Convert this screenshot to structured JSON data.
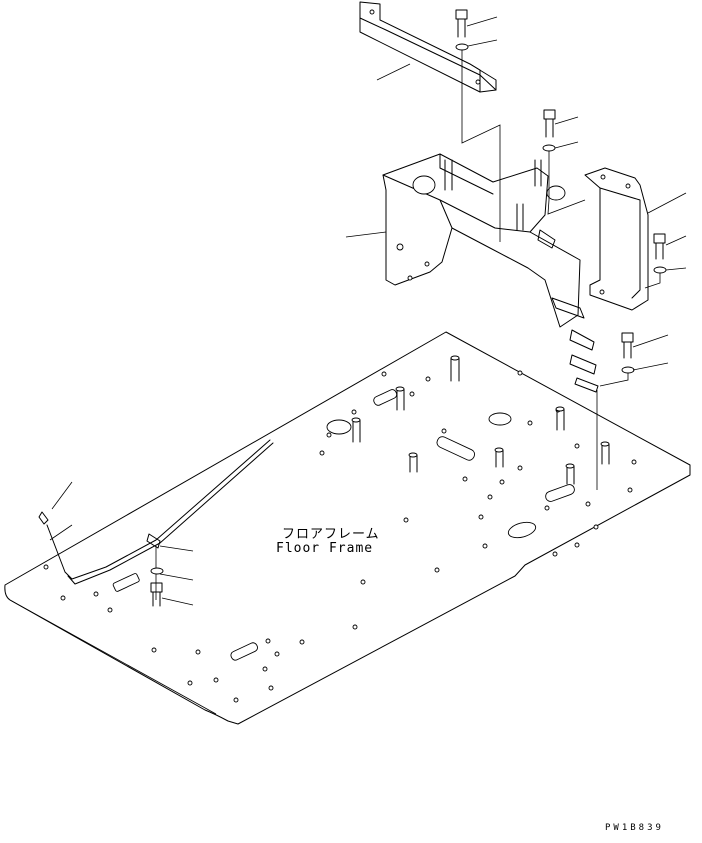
{
  "diagram": {
    "floor_frame_label_jp": "フロアフレーム",
    "floor_frame_label_en": "Floor Frame",
    "drawing_number": "PW1B839"
  }
}
